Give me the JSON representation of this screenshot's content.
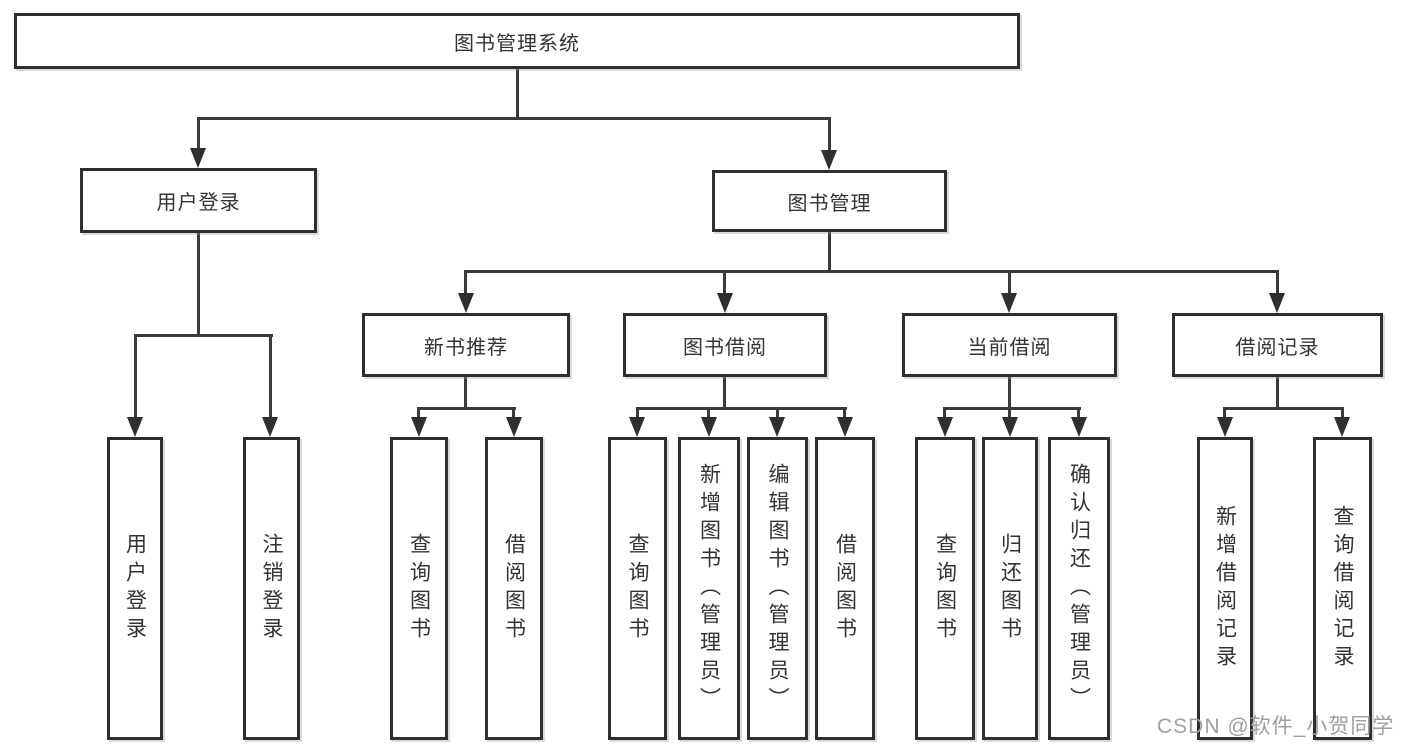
{
  "tree": {
    "root": {
      "label": "图书管理系统"
    },
    "branches": [
      {
        "label": "用户登录",
        "children": [
          {
            "label": "用户登录"
          },
          {
            "label": "注销登录"
          }
        ]
      },
      {
        "label": "图书管理",
        "children": [
          {
            "label": "新书推荐",
            "children": [
              {
                "label": "查询图书"
              },
              {
                "label": "借阅图书"
              }
            ]
          },
          {
            "label": "图书借阅",
            "children": [
              {
                "label": "查询图书"
              },
              {
                "label": "新增图书（管理员）"
              },
              {
                "label": "编辑图书（管理员）"
              },
              {
                "label": "借阅图书"
              }
            ]
          },
          {
            "label": "当前借阅",
            "children": [
              {
                "label": "查询图书"
              },
              {
                "label": "归还图书"
              },
              {
                "label": "确认归还（管理员）"
              }
            ]
          },
          {
            "label": "借阅记录",
            "children": [
              {
                "label": "新增借阅记录"
              },
              {
                "label": "查询借阅记录"
              }
            ]
          }
        ]
      }
    ]
  },
  "watermark": {
    "text": "CSDN @软件_小贺同学"
  },
  "colors": {
    "line": "#3a3a3a",
    "box_border": "#2e2e2e",
    "text": "#333333",
    "watermark": "#9f9f9f",
    "background": "#ffffff"
  }
}
